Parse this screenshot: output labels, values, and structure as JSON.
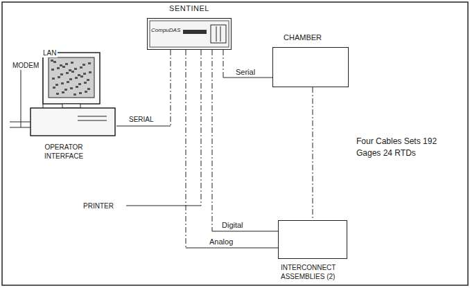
{
  "diagram": {
    "nodes": [
      {
        "text": [
          "SENTINEL",
          "CompuDAS"
        ]
      },
      {
        "text": [
          "CHAMBER"
        ]
      },
      {
        "text": [
          "OPERATOR INTERFACE"
        ]
      },
      {
        "text": [
          "INTERCONNECT ASSEMBLIES (2)"
        ]
      }
    ],
    "edges": [
      {
        "from": 0,
        "to": 2,
        "arrow": "none",
        "label": "SERIAL"
      },
      {
        "from": 0,
        "to": 1,
        "arrow": "none",
        "label": "Serial"
      },
      {
        "from": 0,
        "to": 3,
        "arrow": "none",
        "label": "Digital"
      },
      {
        "from": 0,
        "to": 3,
        "arrow": "none",
        "label": "Analog"
      },
      {
        "from": 1,
        "to": 3,
        "arrow": "none",
        "label": "Four Cables Sets 192 Gages 24 RTDs"
      }
    ],
    "labels": [
      "LAN",
      "MODEM",
      "PRINTER"
    ]
  }
}
